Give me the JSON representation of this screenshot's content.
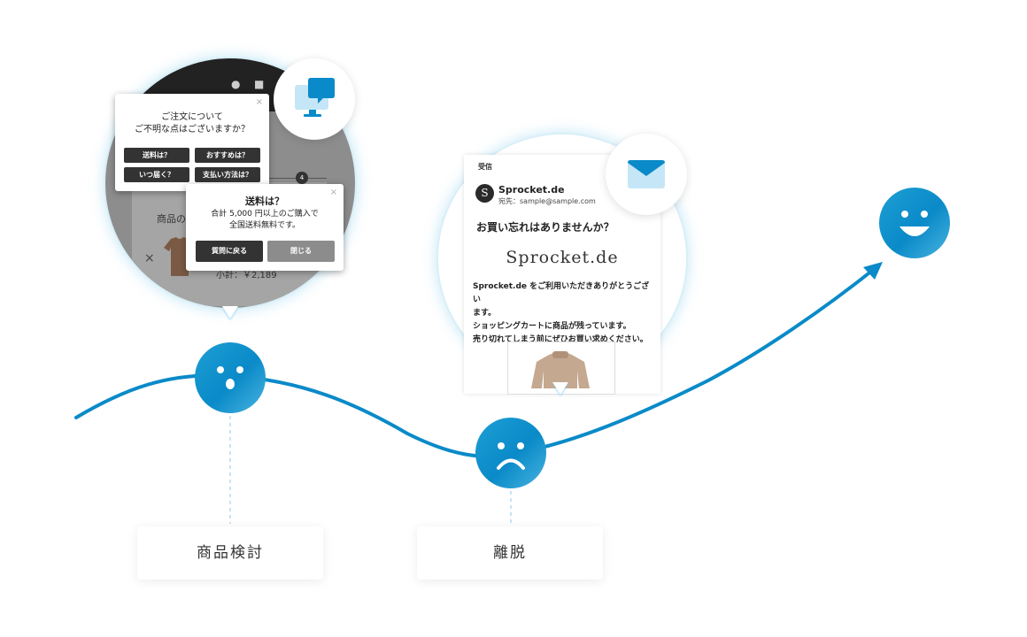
{
  "chat_popup": {
    "question_line1": "ご注文について",
    "question_line2": "ご不明な点はございますか？",
    "buttons": [
      "送料は？",
      "おすすめは？",
      "いつ届く？",
      "支払い方法は？"
    ],
    "close": "×"
  },
  "chat_answer": {
    "title": "送料は？",
    "text_line1": "合計 5,000 円以上のご購入で",
    "text_line2": "全国送料無料です。",
    "back_label": "質問に戻る",
    "close_label": "閉じる",
    "close": "×"
  },
  "background_page": {
    "product_label": "商品の…",
    "price": "小計：￥2,189",
    "remove": "×",
    "step": "4"
  },
  "mail": {
    "inbox_label": "受信",
    "avatar_letter": "S",
    "sender": "Sprocket.de",
    "recipient": "宛先：sample@sample.com",
    "subject": "お買い忘れはありませんか？",
    "logo": "Sprocket.de",
    "body_line1": "Sprocket.de をご利用いただきありがとうござい",
    "body_line2": "ます。",
    "body_line3": "ショッピングカートに商品が残っています。",
    "body_line4": "売り切れてしまう前にぜひお買い求めください。"
  },
  "stages": {
    "consider": "商品検討",
    "leave": "離脱"
  },
  "colors": {
    "accent": "#0a8ac8",
    "accent_light": "#49b4e0",
    "dark_button": "#333333",
    "grey_button": "#8c8c8c",
    "icon_light": "#c5e6f7"
  },
  "icons": {
    "chat": "monitor-chat-icon",
    "mail": "envelope-icon"
  }
}
